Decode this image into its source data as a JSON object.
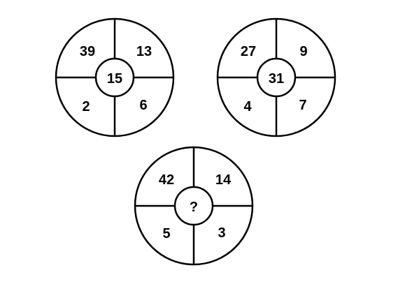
{
  "colors": {
    "stroke": "#000000",
    "background": "#ffffff",
    "text": "#000000"
  },
  "circles": [
    {
      "name": "circle-top-left",
      "center": "15",
      "top_left": "39",
      "top_right": "13",
      "bottom_left": "2",
      "bottom_right": "6"
    },
    {
      "name": "circle-top-right",
      "center": "31",
      "top_left": "27",
      "top_right": "9",
      "bottom_left": "4",
      "bottom_right": "7"
    },
    {
      "name": "circle-bottom",
      "center": "?",
      "top_left": "42",
      "top_right": "14",
      "bottom_left": "5",
      "bottom_right": "3"
    }
  ]
}
